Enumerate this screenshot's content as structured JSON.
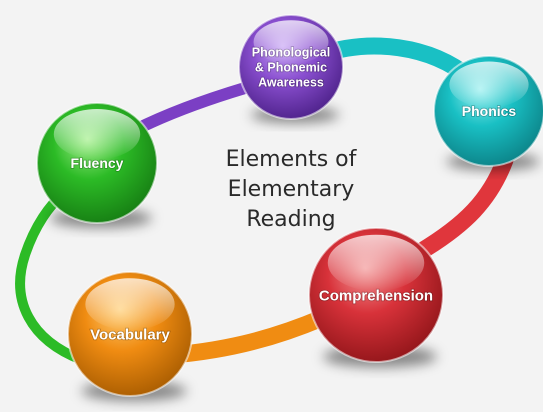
{
  "title_lines": [
    "Elements of",
    "Elementary",
    "Reading"
  ],
  "nodes": [
    {
      "id": "phonological",
      "lines": [
        "Phonological",
        "& Phonemic",
        "Awareness"
      ],
      "color": "#8a4fd0",
      "light": "#c9a8f5",
      "dark": "#4a1f86"
    },
    {
      "id": "phonics",
      "lines": [
        "Phonics"
      ],
      "color": "#19c0c4",
      "light": "#9df0f0",
      "dark": "#0b7f84"
    },
    {
      "id": "comprehension",
      "lines": [
        "Comprehension"
      ],
      "color": "#d8323a",
      "light": "#f39a9a",
      "dark": "#8e1418"
    },
    {
      "id": "vocabulary",
      "lines": [
        "Vocabulary"
      ],
      "color": "#f08c12",
      "light": "#ffd07a",
      "dark": "#a55a00"
    },
    {
      "id": "fluency",
      "lines": [
        "Fluency"
      ],
      "color": "#2cbb26",
      "light": "#a6f08e",
      "dark": "#157a12"
    }
  ],
  "connectors": [
    {
      "from": "phonological",
      "to": "phonics",
      "color": "#19c0c4"
    },
    {
      "from": "phonics",
      "to": "comprehension",
      "color": "#e0363c"
    },
    {
      "from": "comprehension",
      "to": "vocabulary",
      "color": "#f08c12"
    },
    {
      "from": "vocabulary",
      "to": "fluency",
      "color": "#2cbb26"
    },
    {
      "from": "fluency",
      "to": "phonological",
      "color": "#7b3fc4"
    }
  ]
}
